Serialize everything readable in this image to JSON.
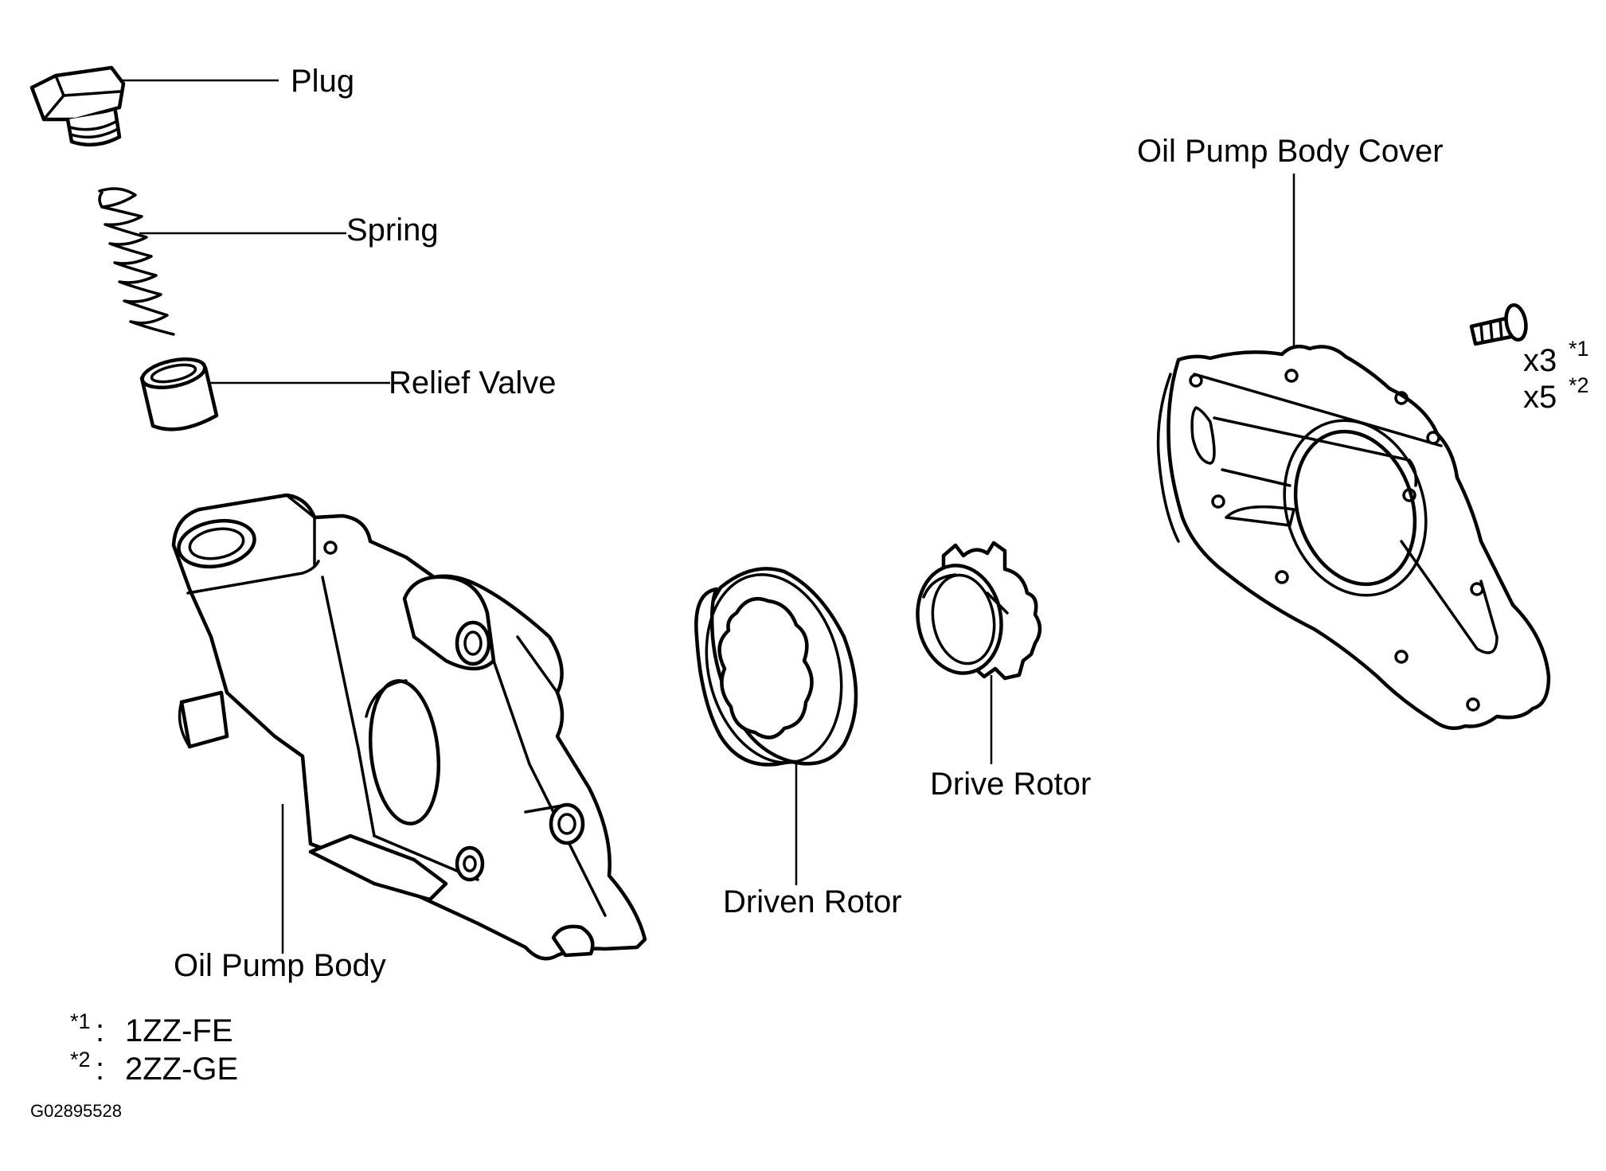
{
  "labels": {
    "plug": "Plug",
    "spring": "Spring",
    "relief_valve": "Relief Valve",
    "oil_pump_body": "Oil Pump Body",
    "driven_rotor": "Driven Rotor",
    "drive_rotor": "Drive Rotor",
    "oil_pump_body_cover": "Oil Pump Body Cover"
  },
  "bolt_count": {
    "count_1": "x3",
    "ref_1": "*1",
    "count_2": "x5",
    "ref_2": "*2"
  },
  "footnotes": [
    {
      "mark": "*1",
      "colon": ":",
      "engine": "1ZZ-FE"
    },
    {
      "mark": "*2",
      "colon": ":",
      "engine": "2ZZ-GE"
    }
  ],
  "figure_code": "G02895528"
}
